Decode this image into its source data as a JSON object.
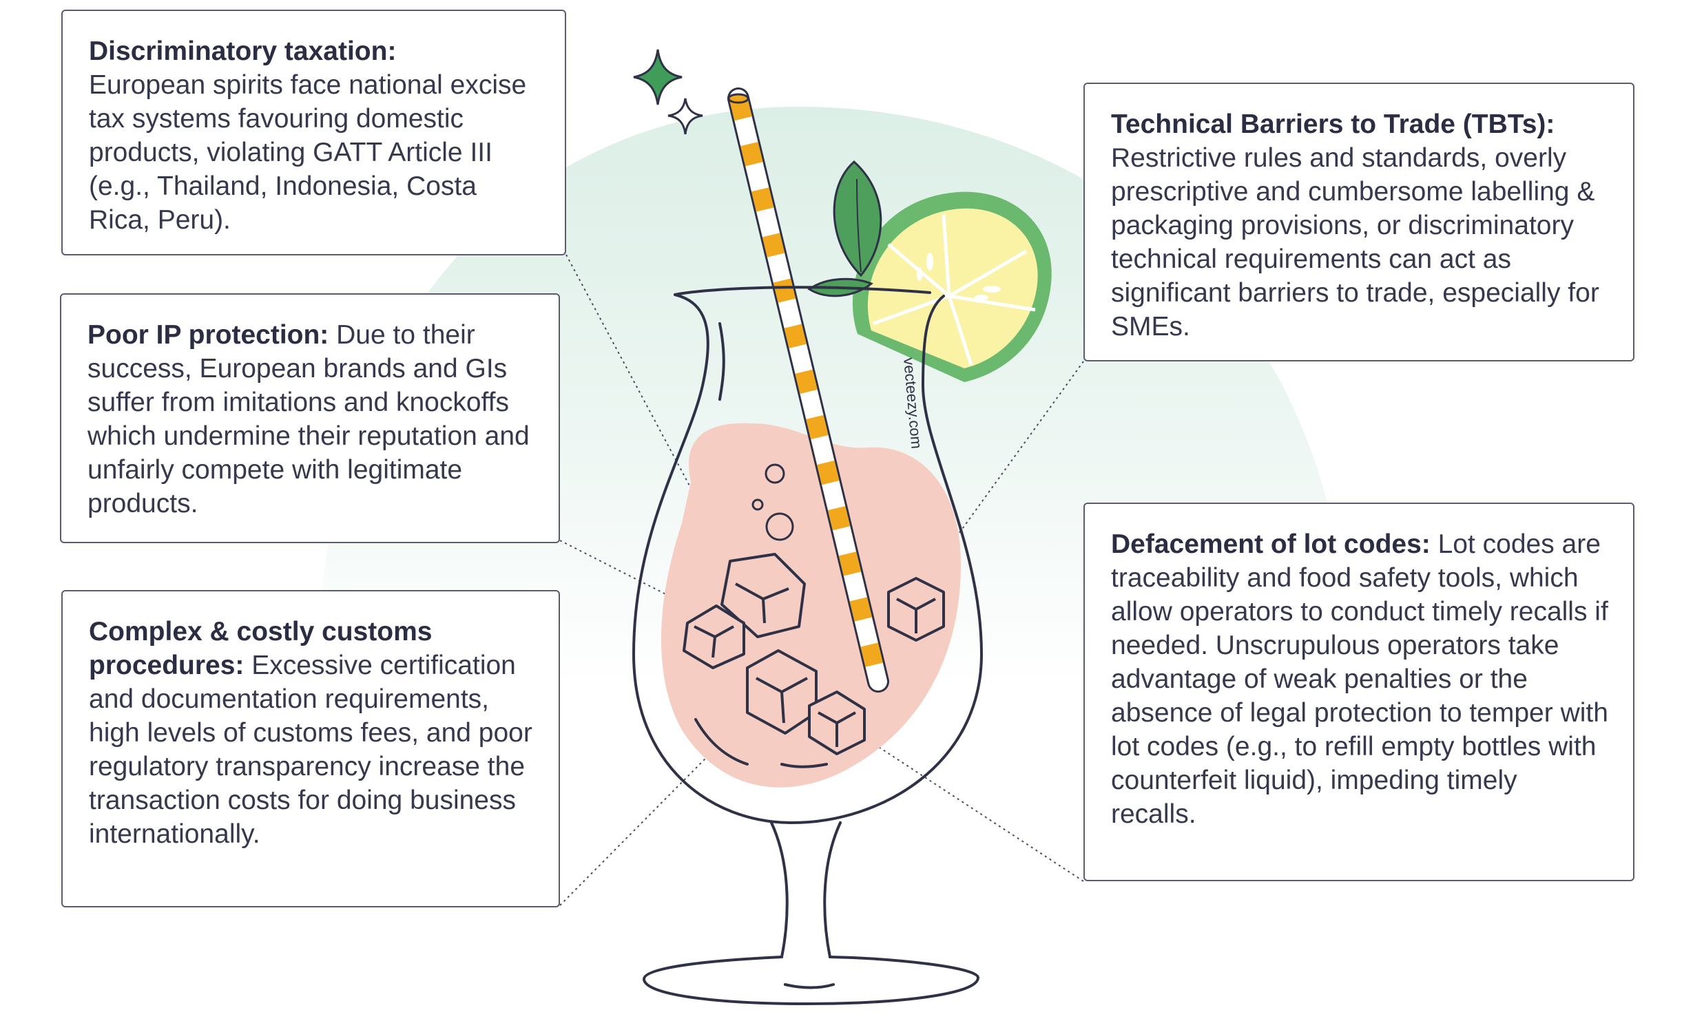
{
  "boxes": {
    "discriminatory_taxation": {
      "title": "Discriminatory taxation:",
      "body": "European spirits face national excise tax systems favouring domestic products, violating GATT Article III (e.g., Thailand, Indonesia, Costa Rica, Peru)."
    },
    "poor_ip_protection": {
      "title": "Poor IP protection:",
      "body": "Due to their success, European brands and GIs suffer from imitations and knockoffs which undermine their reputation and unfairly compete with legitimate products."
    },
    "customs_procedures": {
      "title": "Complex & costly customs procedures:",
      "body": "Excessive certification and documentation requirements, high levels of customs fees, and poor regulatory transparency increase the transaction costs for doing business internationally."
    },
    "technical_barriers": {
      "title": "Technical Barriers to Trade (TBTs):",
      "body": "Restrictive rules and standards, overly prescriptive and cumbersome labelling & packaging provisions, or discriminatory technical requirements can act as significant barriers to trade, especially for SMEs."
    },
    "lot_codes": {
      "title": "Defacement of lot codes:",
      "body": "Lot codes are traceability and food safety tools, which allow operators to conduct timely recalls if needed. Unscrupulous operators take advantage of weak penalties or the absence of legal protection to temper with lot codes (e.g., to refill empty bottles with counterfeit liquid), impeding timely recalls."
    }
  },
  "watermark": "vecteezy.com",
  "colors": {
    "outline": "#2f3146",
    "drink": "#f6cdc2",
    "halo": "#e4f1ec",
    "straw_stripe": "#f2a81d",
    "leaf": "#4e9e5c",
    "lemon_flesh": "#faf3a6",
    "lemon_rind": "#6bb86f",
    "sparkle": "#3f9d59"
  }
}
